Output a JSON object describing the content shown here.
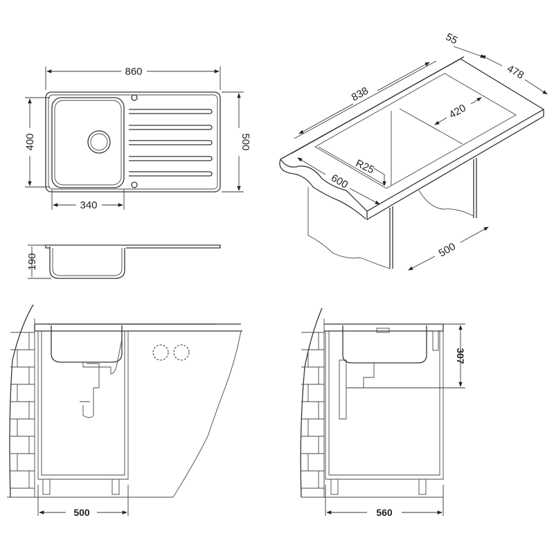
{
  "top_view": {
    "width": "860",
    "bowl_height": "400",
    "depth": "500",
    "bowl_width": "340"
  },
  "side_view": {
    "bowl_depth": "190"
  },
  "iso_view": {
    "cutout_length": "838",
    "edge_offset": "55",
    "cutout_depth": "478",
    "bowl_length": "420",
    "corner_radius": "R25",
    "counter_depth": "600",
    "cabinet_depth": "500"
  },
  "front_cabinet_view": {
    "cabinet_width": "500"
  },
  "side_cabinet_view": {
    "cabinet_depth": "560",
    "height": "307"
  }
}
